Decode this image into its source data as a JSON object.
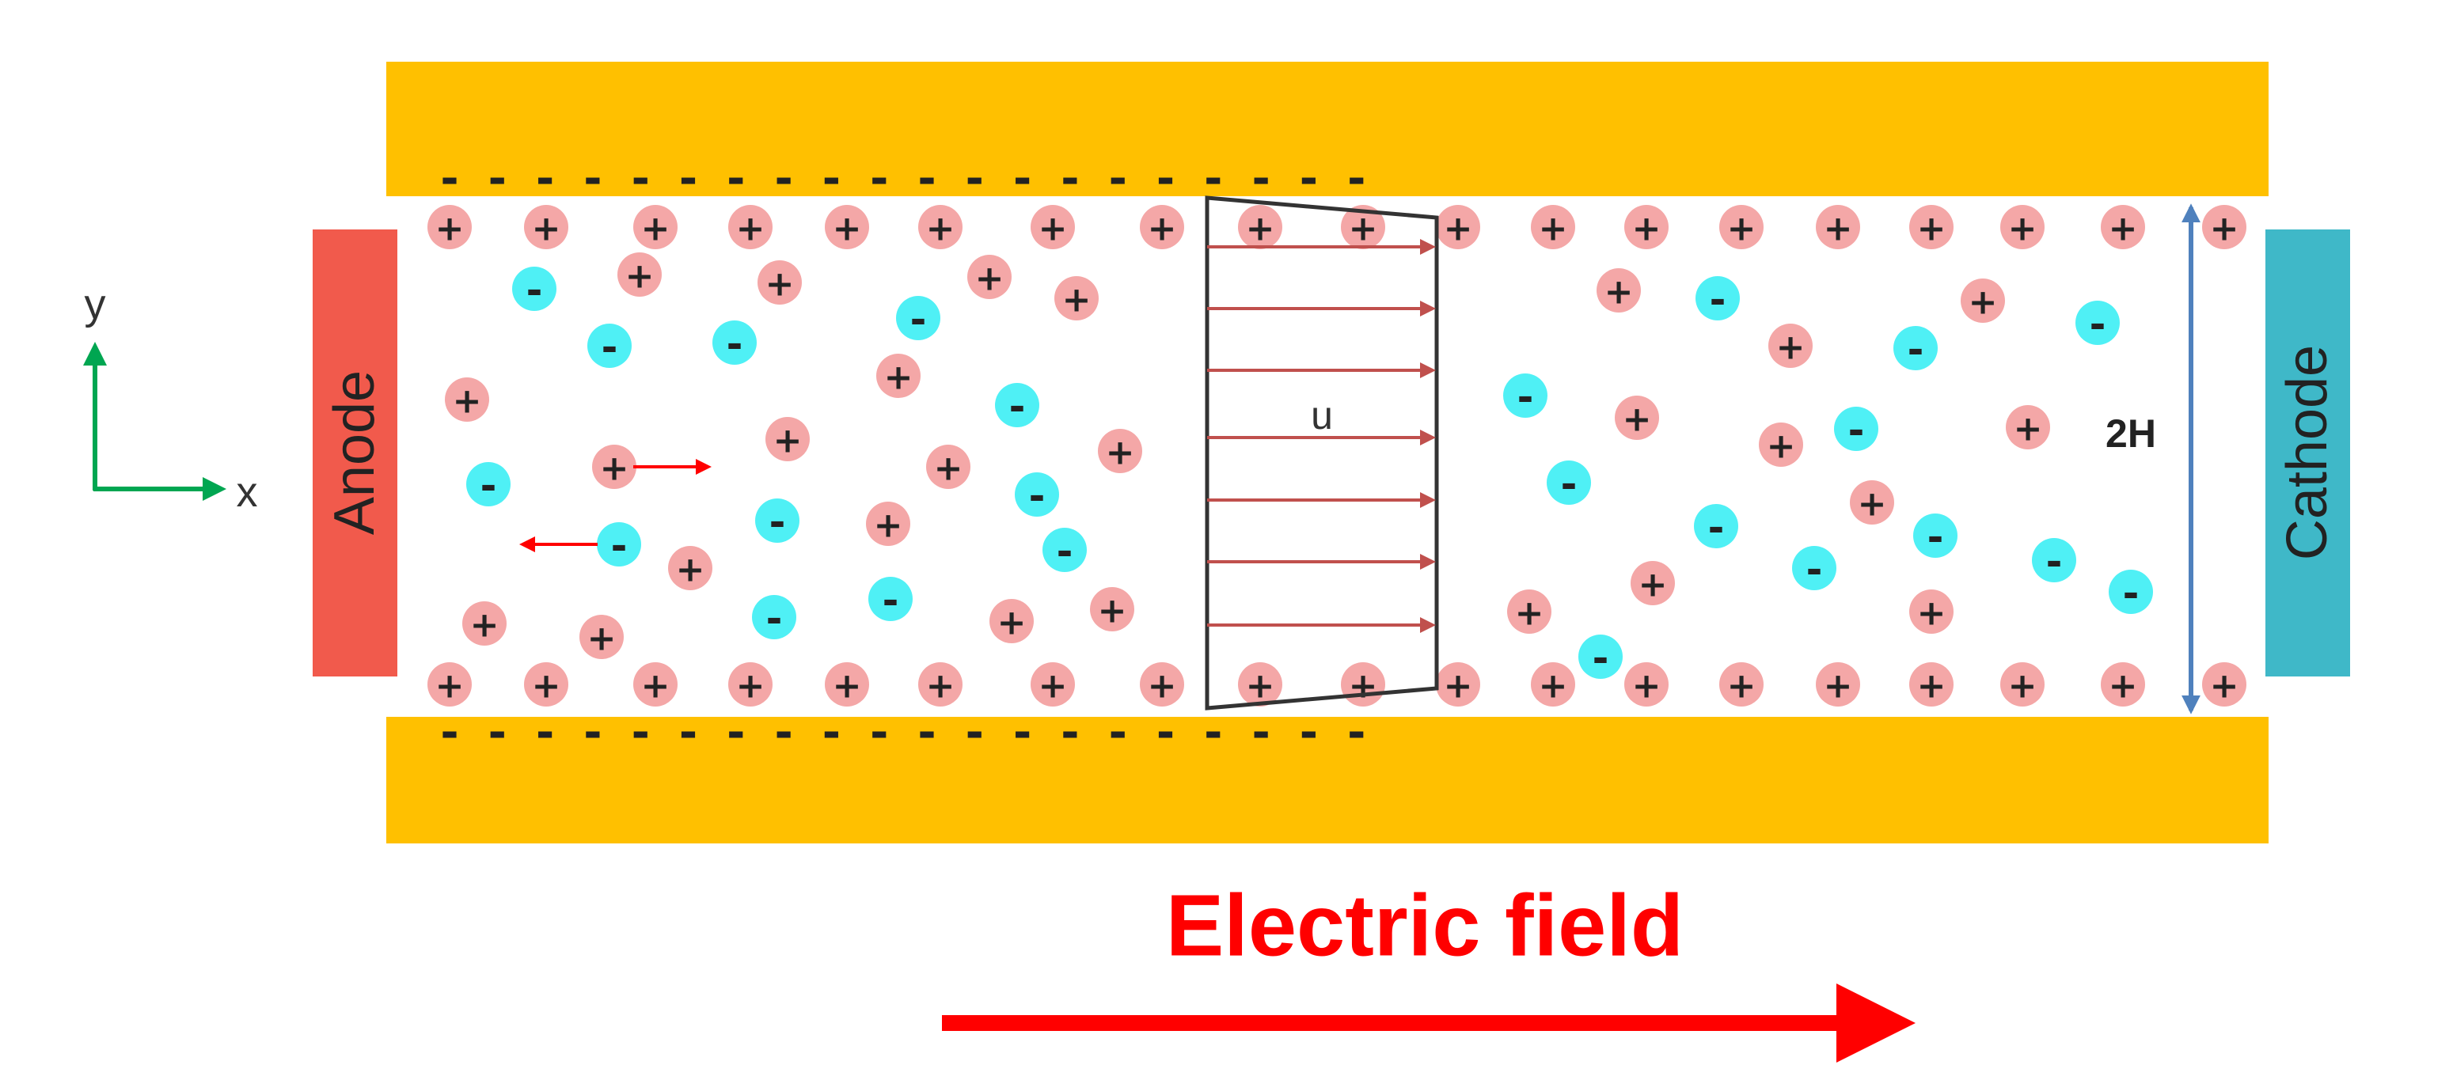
{
  "diagram": {
    "axes": {
      "x_label": "x",
      "y_label": "y"
    },
    "electrodes": {
      "anode": {
        "label": "Anode",
        "color": "#f15a4c"
      },
      "cathode": {
        "label": "Cathode",
        "color": "#3fb8c8"
      }
    },
    "channel": {
      "wall_color": "#ffc000",
      "wall_charge": "-",
      "height_label": "2H",
      "height_arrow_color": "#4f81bd"
    },
    "flow": {
      "velocity_label": "u",
      "arrow_color": "#c0504d"
    },
    "ions": {
      "cation_symbol": "+",
      "anion_symbol": "-",
      "cation_color": "#f4a7a7",
      "anion_color": "#4ff0f5"
    },
    "field": {
      "label": "Electric field",
      "color": "#ff0000"
    }
  }
}
